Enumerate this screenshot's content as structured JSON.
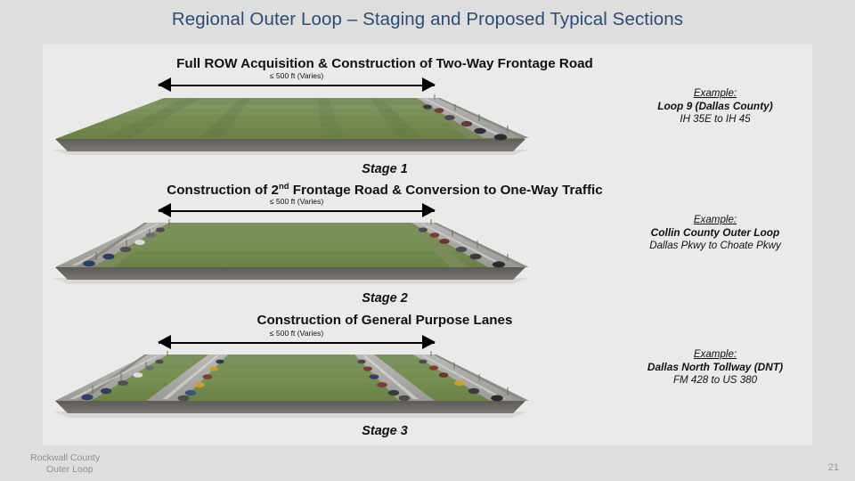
{
  "slide": {
    "title": "Regional Outer Loop – Staging and Proposed Typical Sections",
    "title_color": "#2f4b73",
    "background_color": "#dedede",
    "panel_color": "#eaeaea"
  },
  "stages": [
    {
      "heading_pre": "Full ROW Acquisition & Construction of Two-Way Frontage Road",
      "heading_sup": "",
      "heading_post": "",
      "dimension_label": "≤ 500 ft (Varies)",
      "caption": "Stage 1",
      "example": {
        "label": "Example:",
        "name": "Loop 9 (Dallas County)",
        "limits": "IH 35E to IH 45"
      }
    },
    {
      "heading_pre": "Construction of 2",
      "heading_sup": "nd",
      "heading_post": " Frontage Road & Conversion to One-Way Traffic",
      "dimension_label": "≤ 500 ft (Varies)",
      "caption": "Stage 2",
      "example": {
        "label": "Example:",
        "name": "Collin County Outer Loop",
        "limits": "Dallas Pkwy to Choate Pkwy"
      }
    },
    {
      "heading_pre": "Construction of General Purpose Lanes",
      "heading_sup": "",
      "heading_post": "",
      "dimension_label": "≤ 500 ft (Varies)",
      "caption": "Stage 3",
      "example": {
        "label": "Example:",
        "name": "Dallas North Tollway (DNT)",
        "limits": "FM 428 to US 380"
      }
    }
  ],
  "footer": {
    "line1": "Rockwall County",
    "line2": "Outer Loop",
    "page_number": "21",
    "text_color": "#8f8f8f"
  }
}
